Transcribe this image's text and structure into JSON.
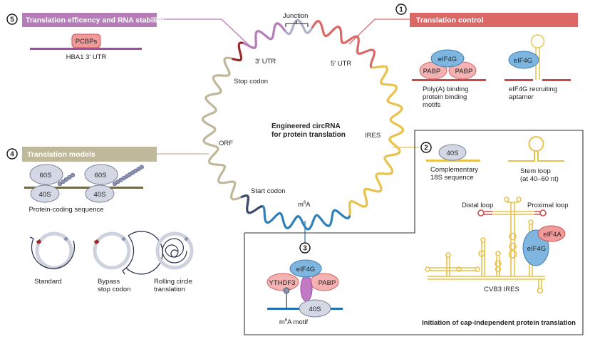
{
  "title": {
    "line1": "Engineered circRNA",
    "line2": "for protein translation"
  },
  "colors": {
    "purple": "#b57cb8",
    "red": "#dc6767",
    "khaki": "#bfb89a",
    "yellow": "#e8c24a",
    "blue": "#2f7fb8",
    "ribosome": "#d3d8e4",
    "eif4g": "#7fb6e0",
    "pabp": "#f2a0a0",
    "darkred": "#9b2a2a",
    "ring": "#cdd2de"
  },
  "circ_labels": {
    "junction": "Junction",
    "utr3": "3′ UTR",
    "utr5": "5′ UTR",
    "stop_codon": "Stop codon",
    "orf": "ORF",
    "ires": "IRES",
    "start_codon": "Start codon",
    "m6a_m": "m",
    "m6a_sup": "6",
    "m6a_a": "A"
  },
  "panels": {
    "p1": {
      "number": "1",
      "header": "Translation control",
      "eif4g": "eIF4G",
      "pabp_left": "PABP",
      "pabp_right": "PABP",
      "caption1_l1": "Poly(A) binding",
      "caption1_l2": "protein binding",
      "caption1_l3": "motifs",
      "eif4g_2": "eIF4G",
      "caption2_l1": "eIF4G recruiting",
      "caption2_l2": "aptamer"
    },
    "p2": {
      "number": "2",
      "ribosome": "40S",
      "caption1_l1": "Complementary",
      "caption1_l2": "18S sequence",
      "caption2_l1": "Stem loop",
      "caption2_l2": "(at 40–60 nt)",
      "distal": "Distal loop",
      "proximal": "Proximal loop",
      "eif4a": "eIF4A",
      "eif4g": "eIF4G",
      "ires_name": "CVB3 IRES",
      "footer": "Initiation of cap-independent protein translation"
    },
    "p3": {
      "number": "3",
      "eif4g": "eIF4G",
      "ythdf3": "YTHDF3",
      "pabp": "PABP",
      "ribosome": "40S",
      "motif_m": "m",
      "motif_sup": "6",
      "motif_rest": "A motif"
    },
    "p4": {
      "number": "4",
      "header": "Translation models",
      "large1": "60S",
      "small1": "40S",
      "large2": "60S",
      "small2": "40S",
      "caption": "Protein-coding sequence",
      "models": [
        {
          "l1": "Standard",
          "l2": ""
        },
        {
          "l1": "Bypass",
          "l2": "stop codon"
        },
        {
          "l1": "Rolling circle",
          "l2": "translation"
        }
      ]
    },
    "p5": {
      "number": "5",
      "header": "Translation efficency and RNA stability",
      "protein": "PCBPs",
      "caption": "HBA1 3′ UTR"
    }
  }
}
